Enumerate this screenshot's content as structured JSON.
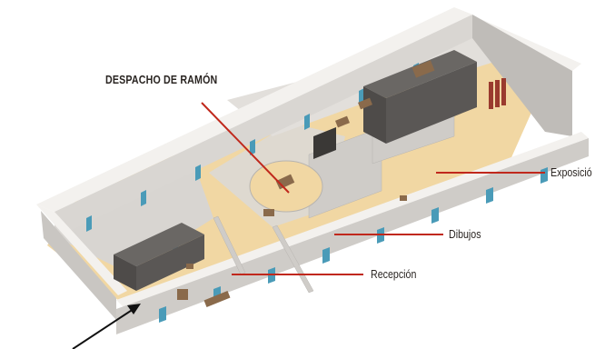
{
  "labels": {
    "office": "DESPACHO DE RAMÓN",
    "exhibition": "Exposició",
    "drawings": "Dibujos",
    "reception": "Recepción"
  },
  "colors": {
    "leader_line": "#c0281c",
    "floor": "#f1d7a3",
    "wall_top": "#f3f1ee",
    "wall_face": "#d9d6d2",
    "wall_side": "#bfbcb8",
    "block": "#555250",
    "window": "#4a9bb8",
    "furniture": "#8a6a4b"
  },
  "icons": {
    "entrance_arrow": "arrow-up-right-icon"
  }
}
